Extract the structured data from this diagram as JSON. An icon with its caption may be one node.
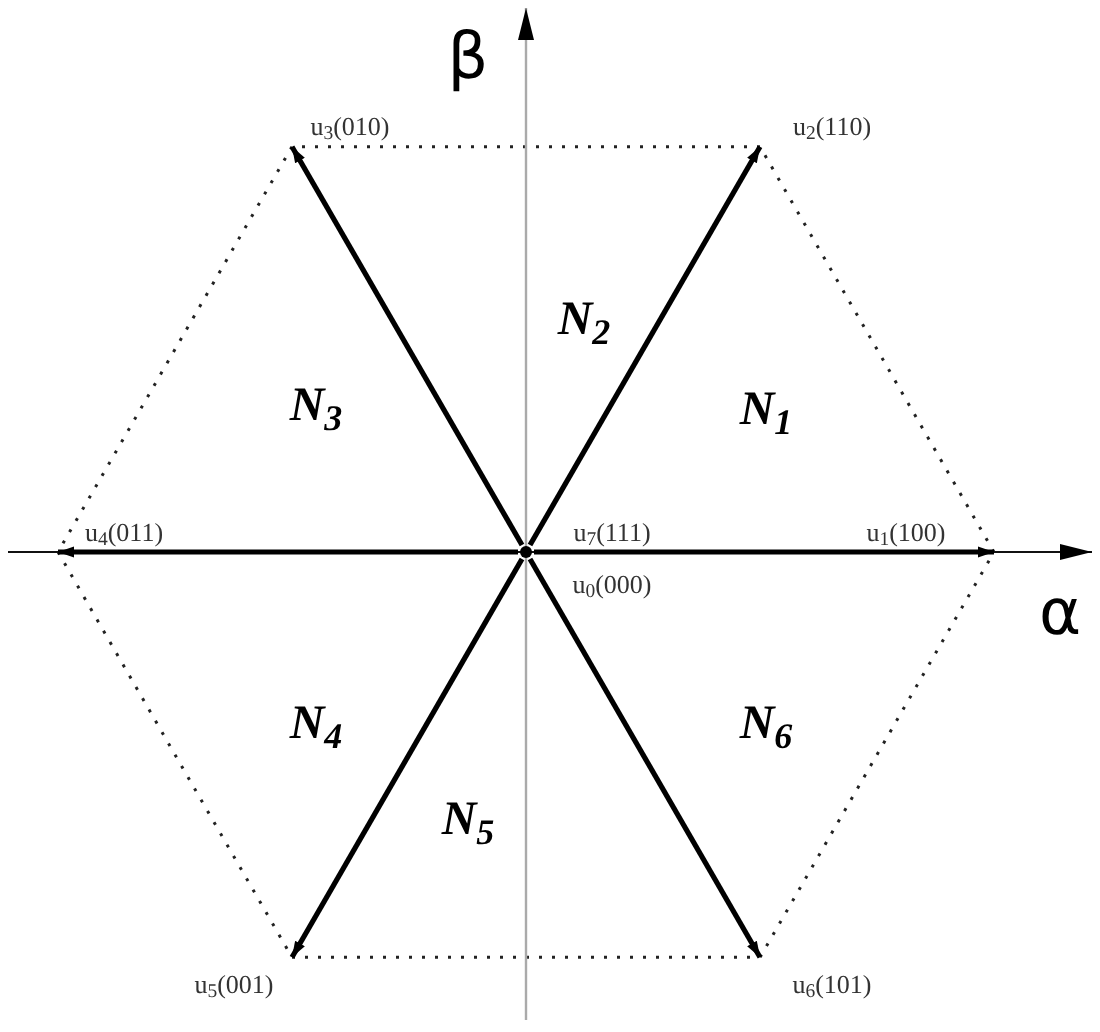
{
  "diagram": {
    "nodes": [
      {
        "text": [],
        "shape": "dot"
      },
      {
        "text": [
          "u$_{1}$(100)"
        ]
      },
      {
        "text": [
          "u$_{2}$(110)"
        ]
      },
      {
        "text": [
          "u$_{3}$(010)"
        ]
      },
      {
        "text": [
          "u$_{4}$(011)"
        ]
      },
      {
        "text": [
          "u$_{5}$(001)"
        ]
      },
      {
        "text": [
          "u$_{6}$(101)"
        ]
      }
    ],
    "edges": [
      {
        "from": 0,
        "to": 1,
        "arrow": "to"
      },
      {
        "from": 0,
        "to": 2,
        "arrow": "to"
      },
      {
        "from": 0,
        "to": 3,
        "arrow": "to"
      },
      {
        "from": 0,
        "to": 4,
        "arrow": "to"
      },
      {
        "from": 0,
        "to": 5,
        "arrow": "to"
      },
      {
        "from": 0,
        "to": 6,
        "arrow": "to"
      }
    ],
    "labels": [
      "β",
      "N$_{2}$",
      "N$_{3}$",
      "N$_{1}$",
      "u$_{7}$(111)",
      "α",
      "u$_{0}$(000)",
      "N$_{4}$",
      "N$_{6}$",
      "N$_{5}$"
    ]
  }
}
